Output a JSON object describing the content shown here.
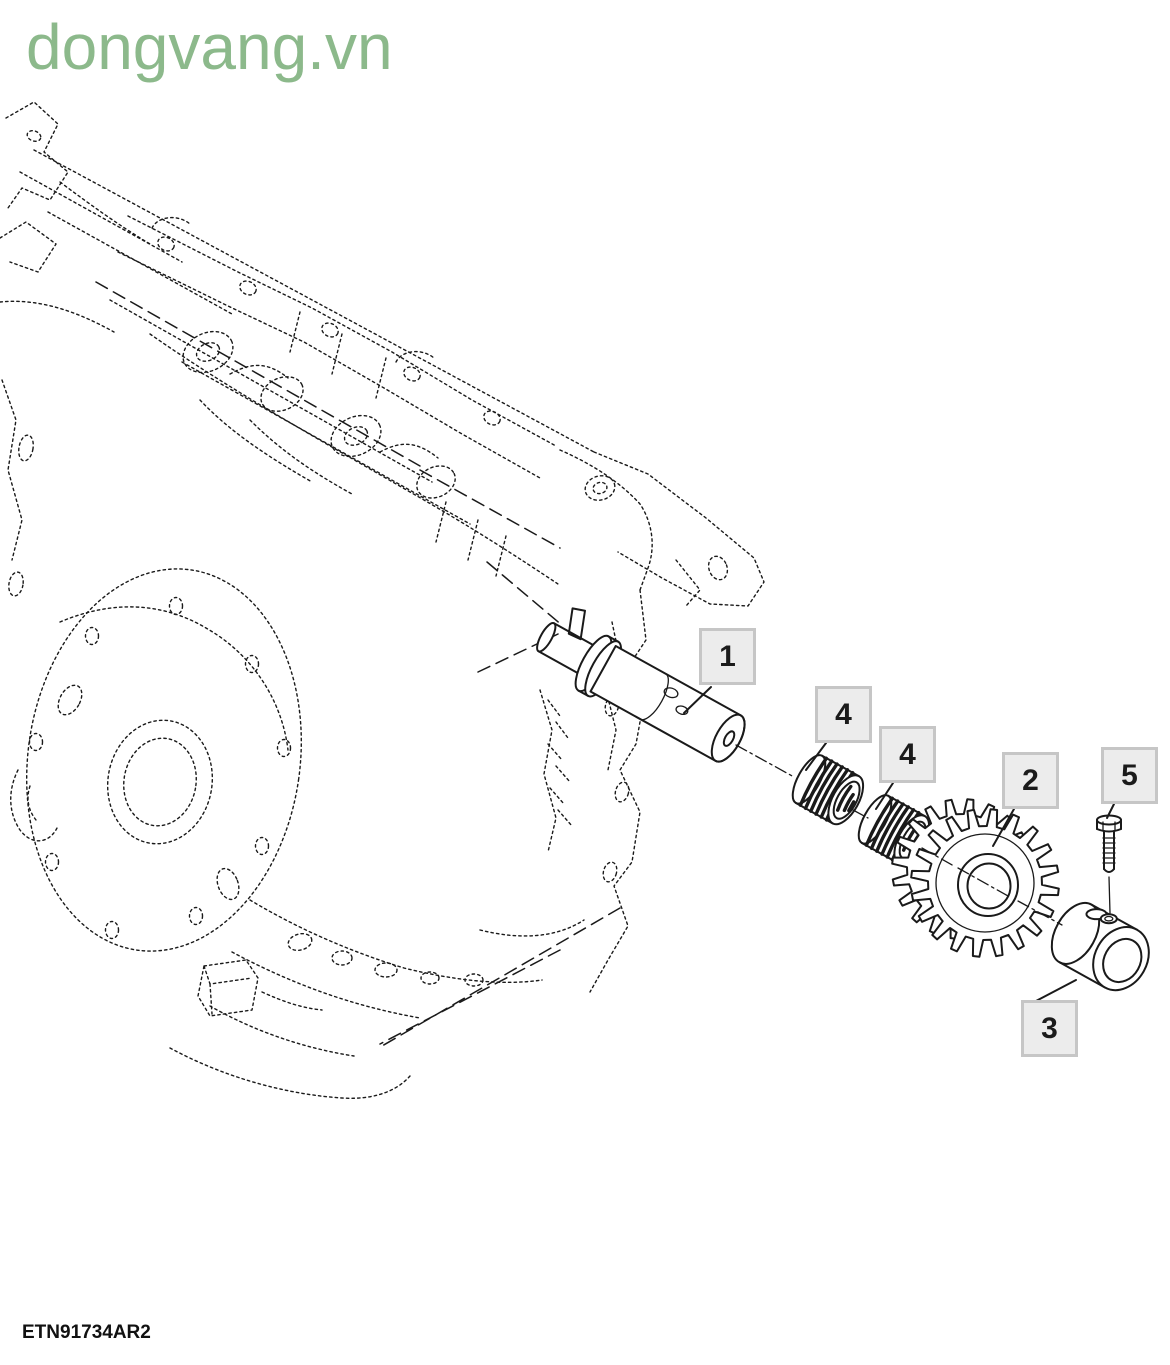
{
  "page": {
    "background": "#ffffff"
  },
  "watermark": {
    "text": "dongvang.vn",
    "color": "#8cb98b"
  },
  "figure": {
    "code": "ETN91734AR2",
    "type": "exploded-parts-diagram",
    "description": "Engine block shown in phantom dotted lines with exploded balancer shaft assembly: shaft (1), gear (2), stop collar (3), two needle bearing cages (4), set bolt (5)"
  },
  "callouts": [
    {
      "label": "1",
      "part": "shaft"
    },
    {
      "label": "4",
      "part": "needle-bearing-1"
    },
    {
      "label": "4",
      "part": "needle-bearing-2"
    },
    {
      "label": "2",
      "part": "gear"
    },
    {
      "label": "5",
      "part": "bolt"
    },
    {
      "label": "3",
      "part": "collar"
    }
  ],
  "style": {
    "callout_fill": "#ececec",
    "callout_border": "#c6c6c6",
    "line_color": "#1a1a1a"
  }
}
